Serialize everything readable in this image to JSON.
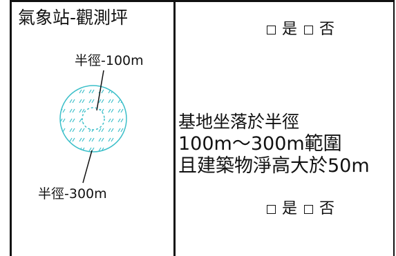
{
  "left_cell": {
    "title": "氣象站-觀測坪",
    "radius_inner_label": "半徑-100m",
    "radius_outer_label": "半徑-300m",
    "circle_color": "#3bbfc9"
  },
  "right_cell": {
    "top_checkbox": {
      "yes_label": "是",
      "no_label": "否"
    },
    "requirement": {
      "line1": "基地坐落於半徑",
      "line2": "100m～300m範圍",
      "line3": "且建築物淨高大於50m"
    },
    "bottom_checkbox": {
      "yes_label": "是",
      "no_label": "否"
    }
  }
}
